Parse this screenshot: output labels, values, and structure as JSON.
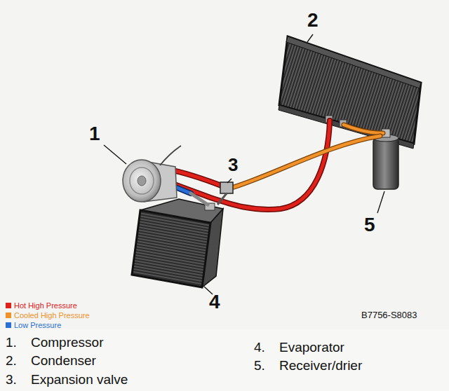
{
  "diagram": {
    "labels": [
      "1",
      "2",
      "3",
      "4",
      "5",
      "B7756-S8083",
      "1.",
      "Compressor",
      "2.",
      "Condenser",
      "3.",
      "Expansion valve",
      "4.",
      "Evaporator",
      "5.",
      "Receiver/drier"
    ],
    "legend": [
      {
        "text": "Hot High Pressure",
        "color": "#e0201a"
      },
      {
        "text": "Cooled High Pressure",
        "color": "#f0912a"
      },
      {
        "text": "Low Pressure",
        "color": "#2a6fd6"
      }
    ]
  }
}
